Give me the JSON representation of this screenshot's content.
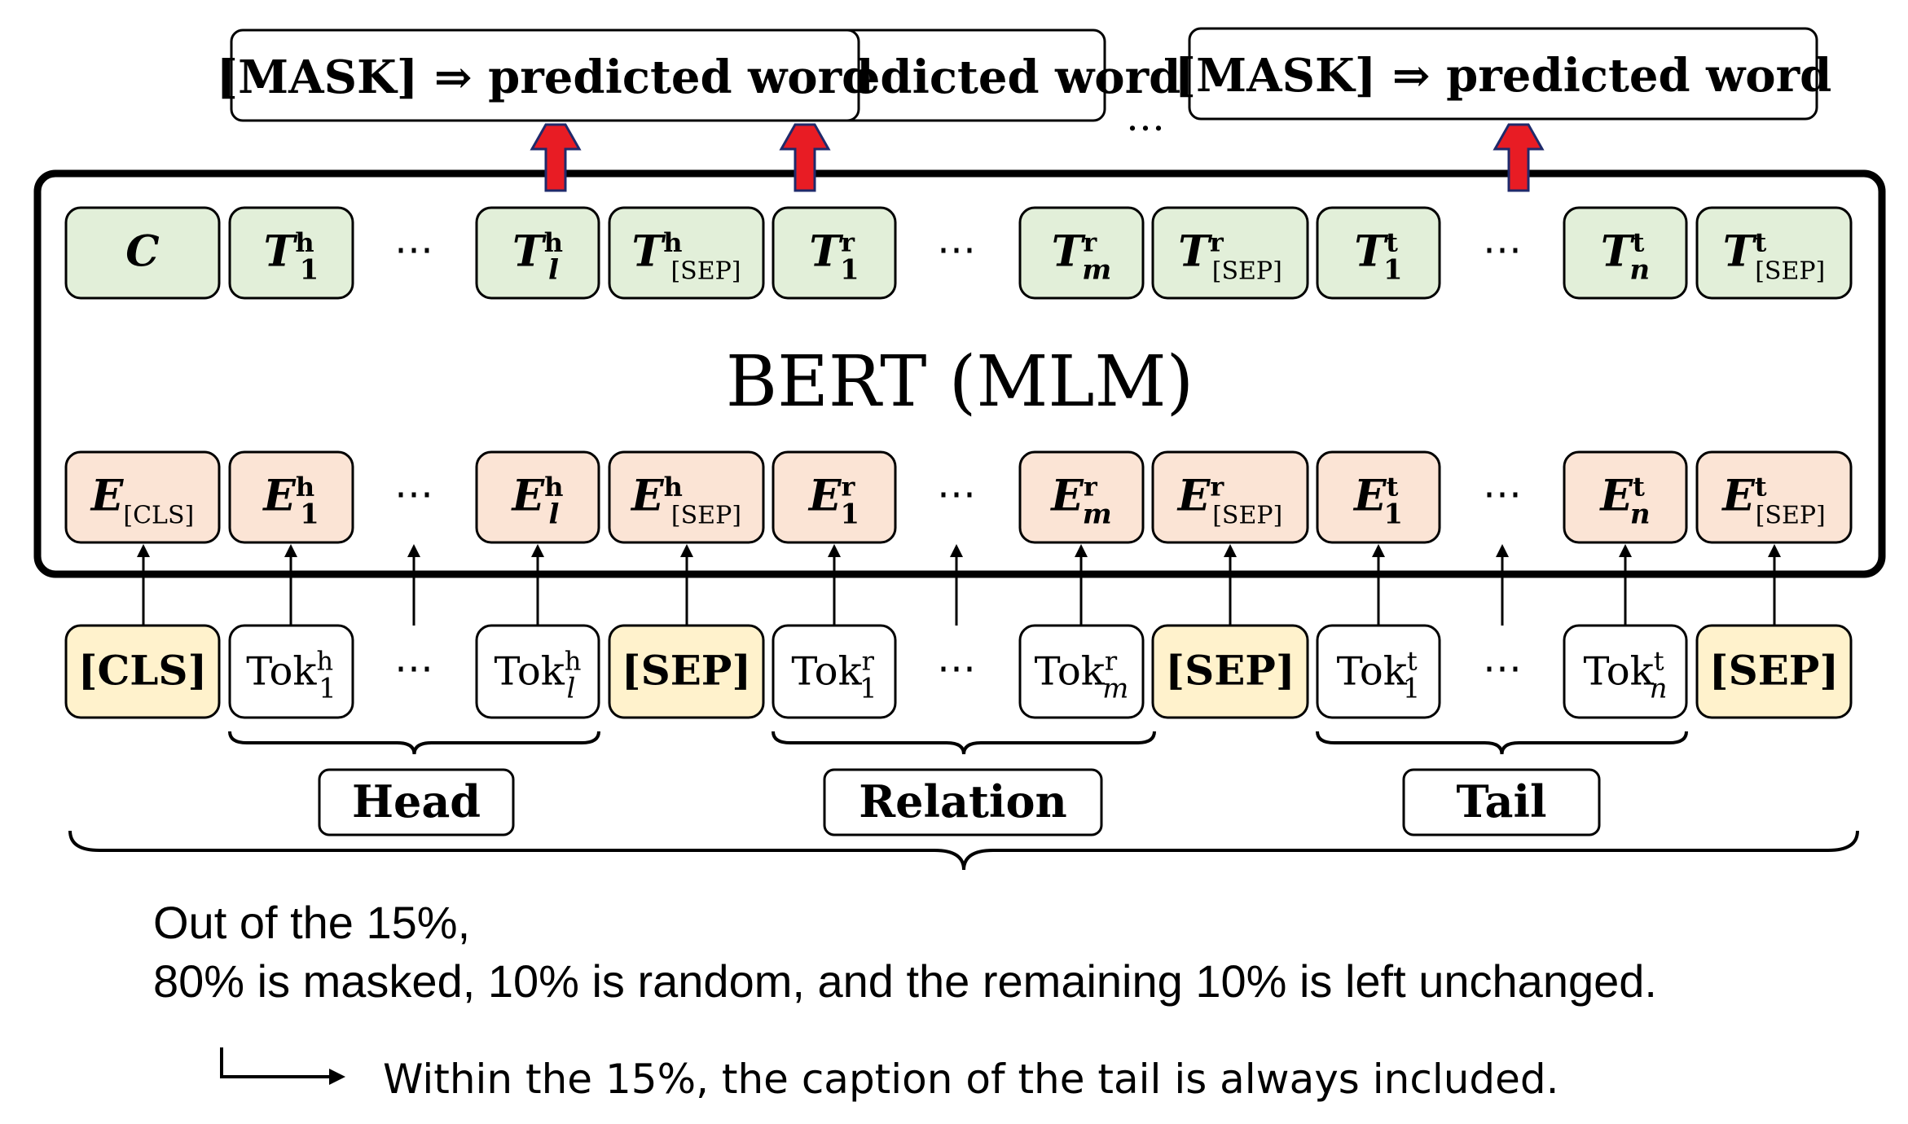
{
  "predicted_boxes": [
    {
      "text": "[MASK] ⇒ predicted word"
    },
    {
      "text": "[MASK] ⇒ predicted word"
    },
    {
      "text": "[MASK] ⇒ predicted word"
    }
  ],
  "top_ellipsis": "…",
  "model_label": "BERT (MLM)",
  "t_row": [
    {
      "base": "C"
    },
    {
      "base": "T",
      "sup": "h",
      "sub": "1"
    },
    {
      "ellipsis": "⋯"
    },
    {
      "base": "T",
      "sup": "h",
      "sub": "l"
    },
    {
      "base": "T",
      "sup": "h",
      "sub": "[SEP]"
    },
    {
      "base": "T",
      "sup": "r",
      "sub": "1"
    },
    {
      "ellipsis": "⋯"
    },
    {
      "base": "T",
      "sup": "r",
      "sub": "m"
    },
    {
      "base": "T",
      "sup": "r",
      "sub": "[SEP]"
    },
    {
      "base": "T",
      "sup": "t",
      "sub": "1"
    },
    {
      "ellipsis": "⋯"
    },
    {
      "base": "T",
      "sup": "t",
      "sub": "n"
    },
    {
      "base": "T",
      "sup": "t",
      "sub": "[SEP]"
    }
  ],
  "e_row": [
    {
      "base": "E",
      "sub": "[CLS]"
    },
    {
      "base": "E",
      "sup": "h",
      "sub": "1"
    },
    {
      "ellipsis": "⋯"
    },
    {
      "base": "E",
      "sup": "h",
      "sub": "l"
    },
    {
      "base": "E",
      "sup": "h",
      "sub": "[SEP]"
    },
    {
      "base": "E",
      "sup": "r",
      "sub": "1"
    },
    {
      "ellipsis": "⋯"
    },
    {
      "base": "E",
      "sup": "r",
      "sub": "m"
    },
    {
      "base": "E",
      "sup": "r",
      "sub": "[SEP]"
    },
    {
      "base": "E",
      "sup": "t",
      "sub": "1"
    },
    {
      "ellipsis": "⋯"
    },
    {
      "base": "E",
      "sup": "t",
      "sub": "n"
    },
    {
      "base": "E",
      "sup": "t",
      "sub": "[SEP]"
    }
  ],
  "tok_row": [
    {
      "special": "[CLS]"
    },
    {
      "base": "Tok",
      "sup": "h",
      "sub": "1"
    },
    {
      "ellipsis": "⋯"
    },
    {
      "base": "Tok",
      "sup": "h",
      "sub": "l"
    },
    {
      "special": "[SEP]"
    },
    {
      "base": "Tok",
      "sup": "r",
      "sub": "1"
    },
    {
      "ellipsis": "⋯"
    },
    {
      "base": "Tok",
      "sup": "r",
      "sub": "m"
    },
    {
      "special": "[SEP]"
    },
    {
      "base": "Tok",
      "sup": "t",
      "sub": "1"
    },
    {
      "ellipsis": "⋯"
    },
    {
      "base": "Tok",
      "sup": "t",
      "sub": "n"
    },
    {
      "special": "[SEP]"
    }
  ],
  "groups": [
    "Head",
    "Relation",
    "Tail"
  ],
  "caption_line1": "Out of the 15%,",
  "caption_line2": "80% is masked, 10% is random, and the remaining 10% is left unchanged.",
  "note": "Within the 15%, the caption of the tail is always included.",
  "colors": {
    "t_fill": "#e2efd9",
    "e_fill": "#fbe4d5",
    "special_fill": "#fff2cc",
    "arrow_red": "#e81c24",
    "arrow_outline": "#1f2a6b"
  }
}
